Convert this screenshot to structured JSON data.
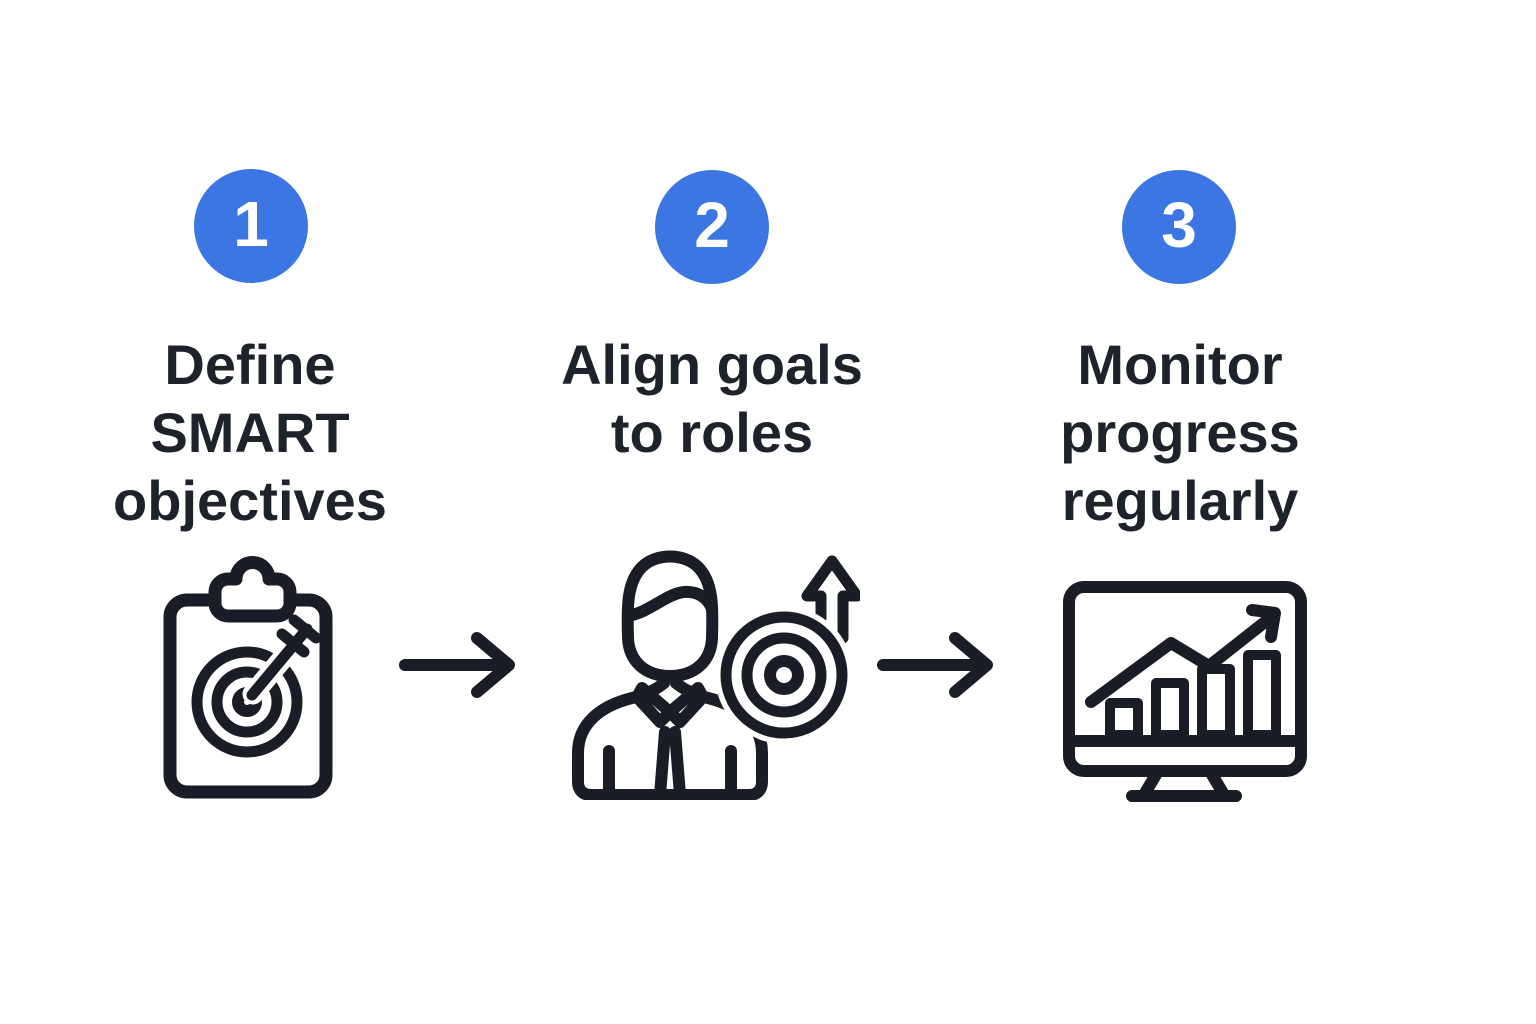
{
  "palette": {
    "accent_blue": "#3b76e2",
    "ink_text": "#1e222a",
    "ink_icon": "#1a1d25",
    "background": "#ffffff"
  },
  "steps": [
    {
      "number": "1",
      "title_lines": [
        "Define",
        "SMART",
        "objectives"
      ],
      "icon": "clipboard-target-icon"
    },
    {
      "number": "2",
      "title_lines": [
        "Align goals",
        "to roles"
      ],
      "icon": "person-target-arrow-icon"
    },
    {
      "number": "3",
      "title_lines": [
        "Monitor",
        "progress",
        "regularly"
      ],
      "icon": "monitor-chart-icon"
    }
  ],
  "connectors": [
    {
      "icon": "right-arrow-icon"
    },
    {
      "icon": "right-arrow-icon"
    }
  ]
}
